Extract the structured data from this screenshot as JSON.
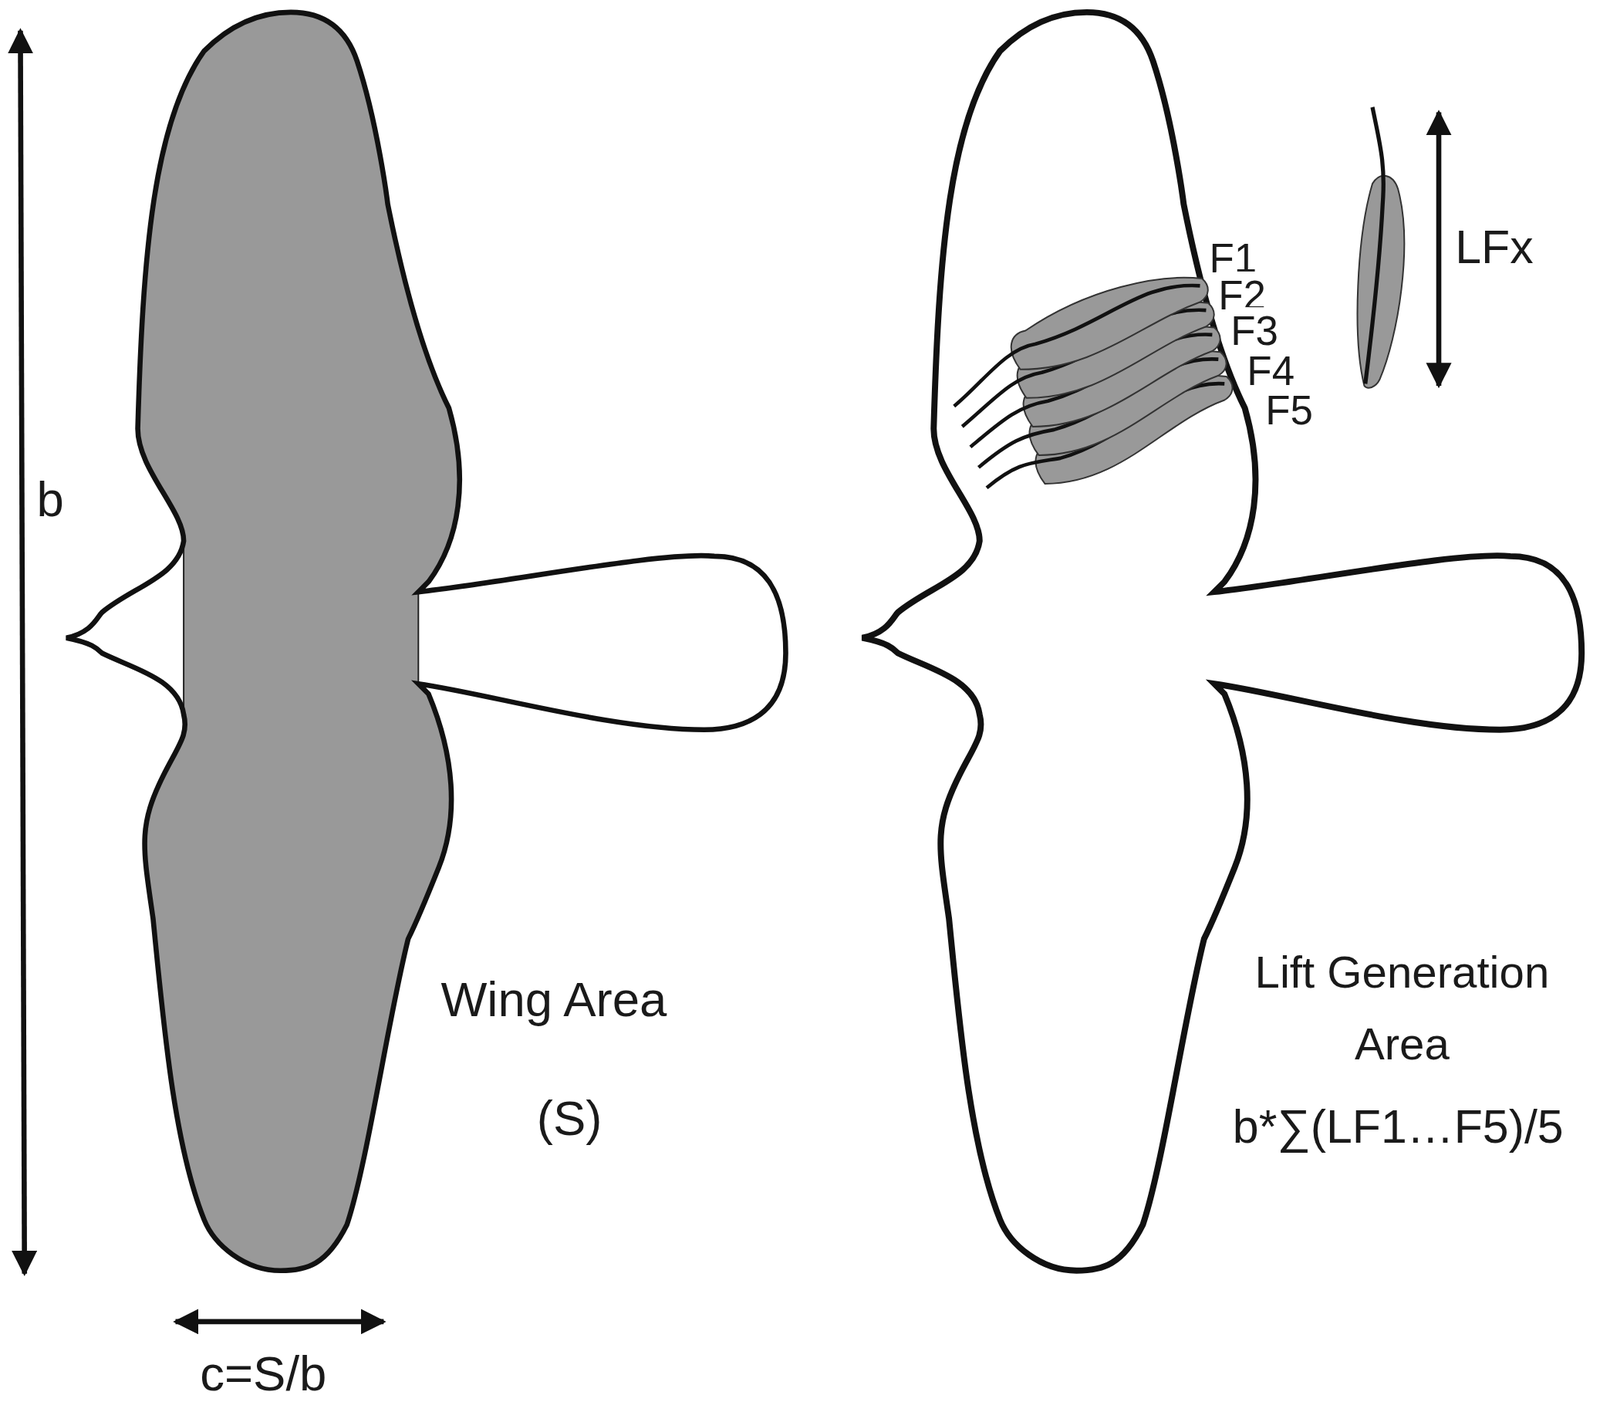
{
  "diagram": {
    "labels": [
      "b",
      "c=S/b",
      "Wing Area",
      "(S)",
      "F1",
      "F2",
      "F3",
      "F4",
      "F5",
      "LFx",
      "Lift Generation Area",
      "b*∑(LF1…F5)/5"
    ]
  }
}
